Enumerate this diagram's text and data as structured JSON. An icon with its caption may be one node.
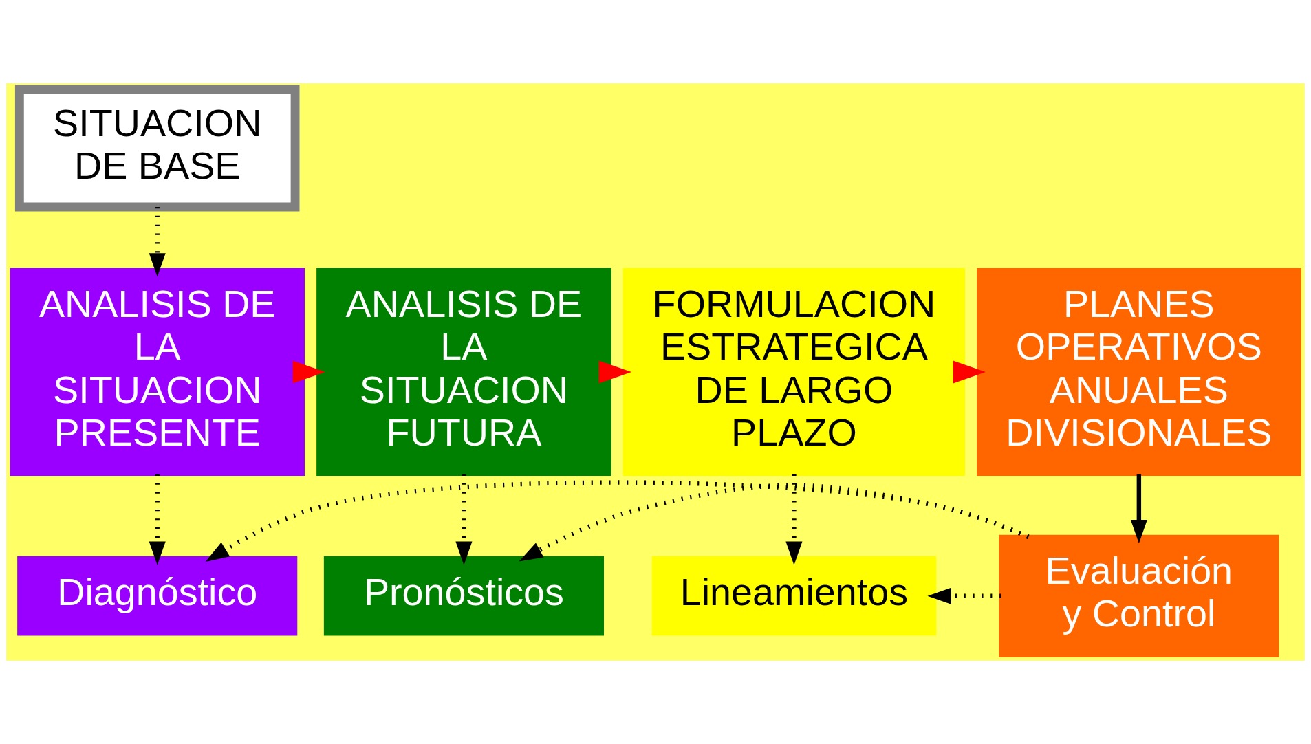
{
  "diagram": {
    "nodes": [
      {
        "text": [
          "SITUACION DE BASE"
        ]
      },
      {
        "text": [
          "ANALISIS DE LA SITUACION PRESENTE"
        ]
      },
      {
        "text": [
          "ANALISIS DE LA SITUACION FUTURA"
        ]
      },
      {
        "text": [
          "FORMULACION ESTRATEGICA DE LARGO PLAZO"
        ]
      },
      {
        "text": [
          "PLANES OPERATIVOS ANUALES DIVISIONALES"
        ]
      },
      {
        "text": [
          "Diagnóstico"
        ]
      },
      {
        "text": [
          "Pronósticos"
        ]
      },
      {
        "text": [
          "Lineamientos"
        ]
      },
      {
        "text": [
          "Evaluación y Control"
        ]
      }
    ],
    "edges": [
      {
        "from": 0,
        "to": 1,
        "arrow": "to",
        "style": "dashed"
      },
      {
        "from": 1,
        "to": 2,
        "arrow": "to",
        "color": "#ff0000"
      },
      {
        "from": 2,
        "to": 3,
        "arrow": "to",
        "color": "#ff0000"
      },
      {
        "from": 3,
        "to": 4,
        "arrow": "to",
        "color": "#ff0000"
      },
      {
        "from": 1,
        "to": 5,
        "arrow": "to",
        "style": "dashed"
      },
      {
        "from": 2,
        "to": 6,
        "arrow": "to",
        "style": "dashed"
      },
      {
        "from": 3,
        "to": 7,
        "arrow": "to",
        "style": "dashed"
      },
      {
        "from": 4,
        "to": 8,
        "arrow": "to"
      },
      {
        "from": 8,
        "to": 5,
        "arrow": "to",
        "style": "dashed"
      },
      {
        "from": 8,
        "to": 6,
        "arrow": "to",
        "style": "dashed"
      },
      {
        "from": 8,
        "to": 7,
        "arrow": "to",
        "style": "dashed"
      }
    ]
  }
}
